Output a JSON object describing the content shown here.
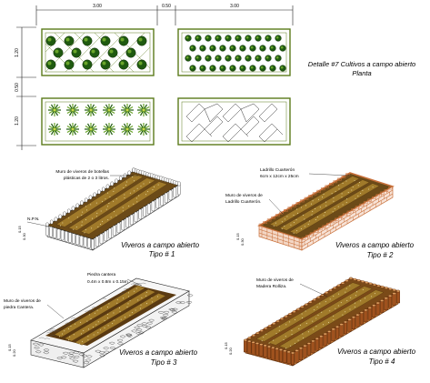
{
  "plan": {
    "dim_top_left": "3.00",
    "dim_top_mid": "0.50",
    "dim_top_right": "3.00",
    "dim_side_top": "1.20",
    "dim_side_mid": "0.50",
    "dim_side_bottom": "1.20",
    "title_line1": "Detalle #7 Cultivos a campo abierto",
    "title_line2": "Planta"
  },
  "types": [
    {
      "caption_line1": "Viveros a campo abierto",
      "caption_line2": "Tipo # 1",
      "note_line1": "Muro de viveros de botellas",
      "note_line2": "plásticas de 2 o 3 litros.",
      "npn": "N.P.N.",
      "h1": "0.15",
      "h2": "0.30"
    },
    {
      "caption_line1": "Viveros a campo abierto",
      "caption_line2": "Tipo # 2",
      "note_line1": "Ladrillo Cuarterón",
      "note_line2": "6cm x 12cm x 25cm",
      "note2_line1": "Muro de viveros de",
      "note2_line2": "Ladrillo Cuarterón.",
      "h1": "0.15",
      "h2": "0.30"
    },
    {
      "caption_line1": "Viveros a campo abierto",
      "caption_line2": "Tipo # 3",
      "note_line1": "Piedra cantera",
      "note_line2": "0.4m x 0.8m x 0.15m",
      "note2_line1": "Muro de viveros de",
      "note2_line2": "piedra Cantera.",
      "h1": "0.15",
      "h2": "0.20"
    },
    {
      "caption_line1": "Viveros a campo abierto",
      "caption_line2": "Tipo # 4",
      "note_line1": "Muro de viveros de",
      "note_line2": "Madera Rolliza.",
      "h1": "0.15",
      "h2": "0.20"
    }
  ],
  "colors": {
    "bed_frame": "#5a7a1a",
    "plant_dark": "#1f5a10",
    "plant_light": "#6aa52a",
    "soil_dark": "#5a3a12",
    "soil_light": "#a07a2a",
    "brick": "#c8703a",
    "wood": "#a0521e"
  }
}
